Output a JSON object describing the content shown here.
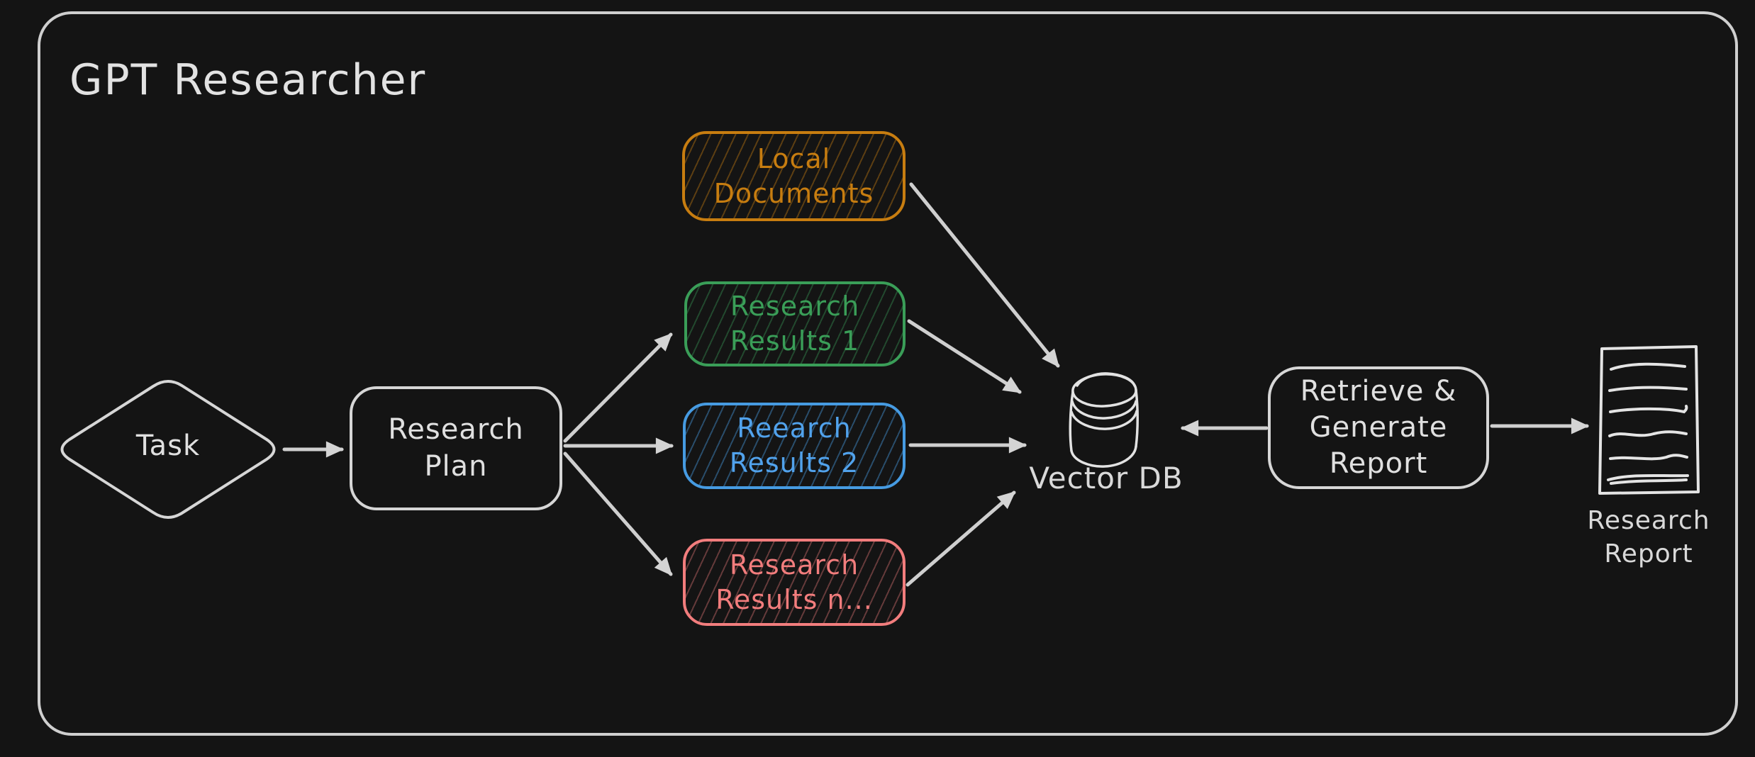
{
  "title": "GPT Researcher",
  "diagram_type": "flowchart",
  "colors": {
    "background": "#141414",
    "default_stroke": "#d4d4d4",
    "local_documents_orange": "#c77d10",
    "research_results_1_green": "#3a9e58",
    "research_results_2_blue": "#469be2",
    "research_results_n_red": "#f27d7d"
  },
  "nodes": {
    "task": {
      "label": "Task",
      "shape": "diamond"
    },
    "research_plan": {
      "label": "Research\nPlan",
      "shape": "rounded-rect"
    },
    "local_documents": {
      "label": "Local\nDocuments",
      "shape": "rounded-rect-hatched",
      "color": "#c77d10"
    },
    "research_results_1": {
      "label": "Research\nResults 1",
      "shape": "rounded-rect-hatched",
      "color": "#3a9e58"
    },
    "research_results_2": {
      "label": "Reearch\nResults 2",
      "shape": "rounded-rect-hatched",
      "color": "#469be2"
    },
    "research_results_n": {
      "label": "Research\nResults n...",
      "shape": "rounded-rect-hatched",
      "color": "#f27d7d"
    },
    "vector_db": {
      "label": "Vector DB",
      "shape": "database-cylinder"
    },
    "retrieve_generate_report": {
      "label": "Retrieve &\nGenerate\nReport",
      "shape": "rounded-rect"
    },
    "research_report": {
      "label": "Research\nReport",
      "shape": "document"
    }
  },
  "edges": [
    {
      "from": "task",
      "to": "research_plan"
    },
    {
      "from": "research_plan",
      "to": "research_results_1"
    },
    {
      "from": "research_plan",
      "to": "research_results_2"
    },
    {
      "from": "research_plan",
      "to": "research_results_n"
    },
    {
      "from": "local_documents",
      "to": "vector_db"
    },
    {
      "from": "research_results_1",
      "to": "vector_db"
    },
    {
      "from": "research_results_2",
      "to": "vector_db"
    },
    {
      "from": "research_results_n",
      "to": "vector_db"
    },
    {
      "from": "retrieve_generate_report",
      "to": "vector_db"
    },
    {
      "from": "retrieve_generate_report",
      "to": "research_report"
    }
  ]
}
